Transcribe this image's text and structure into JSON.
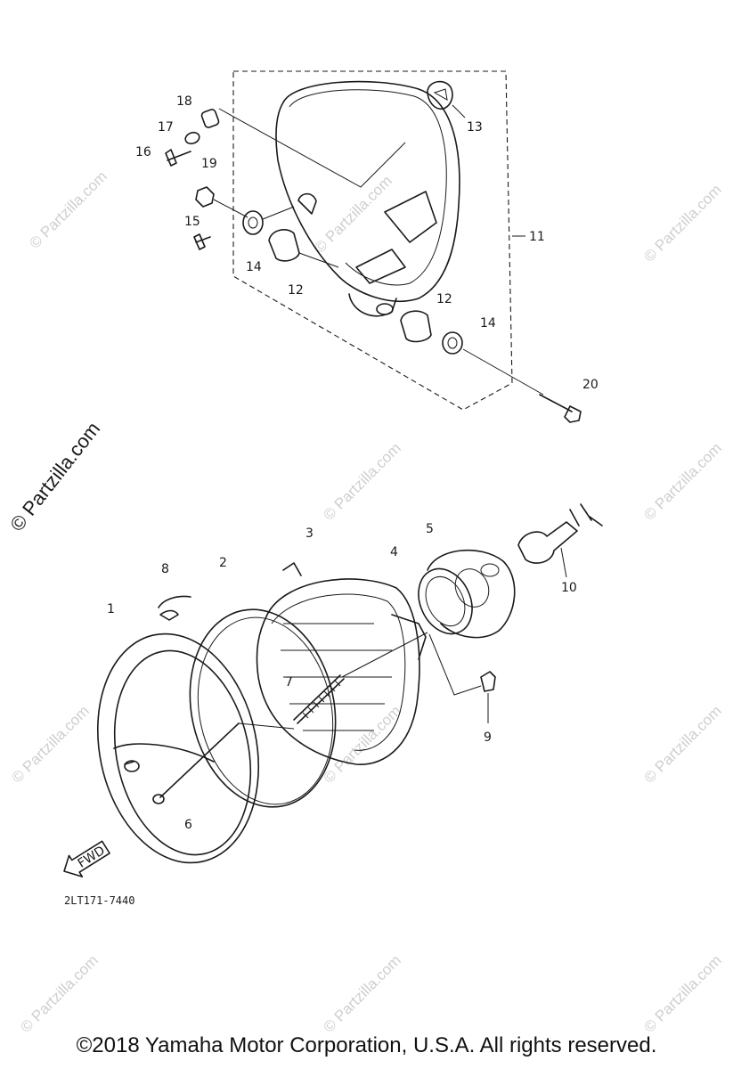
{
  "watermarks": {
    "main": "© Partzilla.com",
    "faint": "© Partzilla.com"
  },
  "callouts": {
    "c1": "1",
    "c2": "2",
    "c3": "3",
    "c4": "4",
    "c5": "5",
    "c6": "6",
    "c7": "7",
    "c8": "8",
    "c9": "9",
    "c10": "10",
    "c11": "11",
    "c12a": "12",
    "c12b": "12",
    "c13": "13",
    "c14a": "14",
    "c14b": "14",
    "c15": "15",
    "c16": "16",
    "c17": "17",
    "c18": "18",
    "c19": "19",
    "c20": "20"
  },
  "fwd_label": "FWD",
  "diagram_code": "2LT171-7440",
  "copyright": "©2018 Yamaha Motor Corporation, U.S.A. All rights reserved."
}
